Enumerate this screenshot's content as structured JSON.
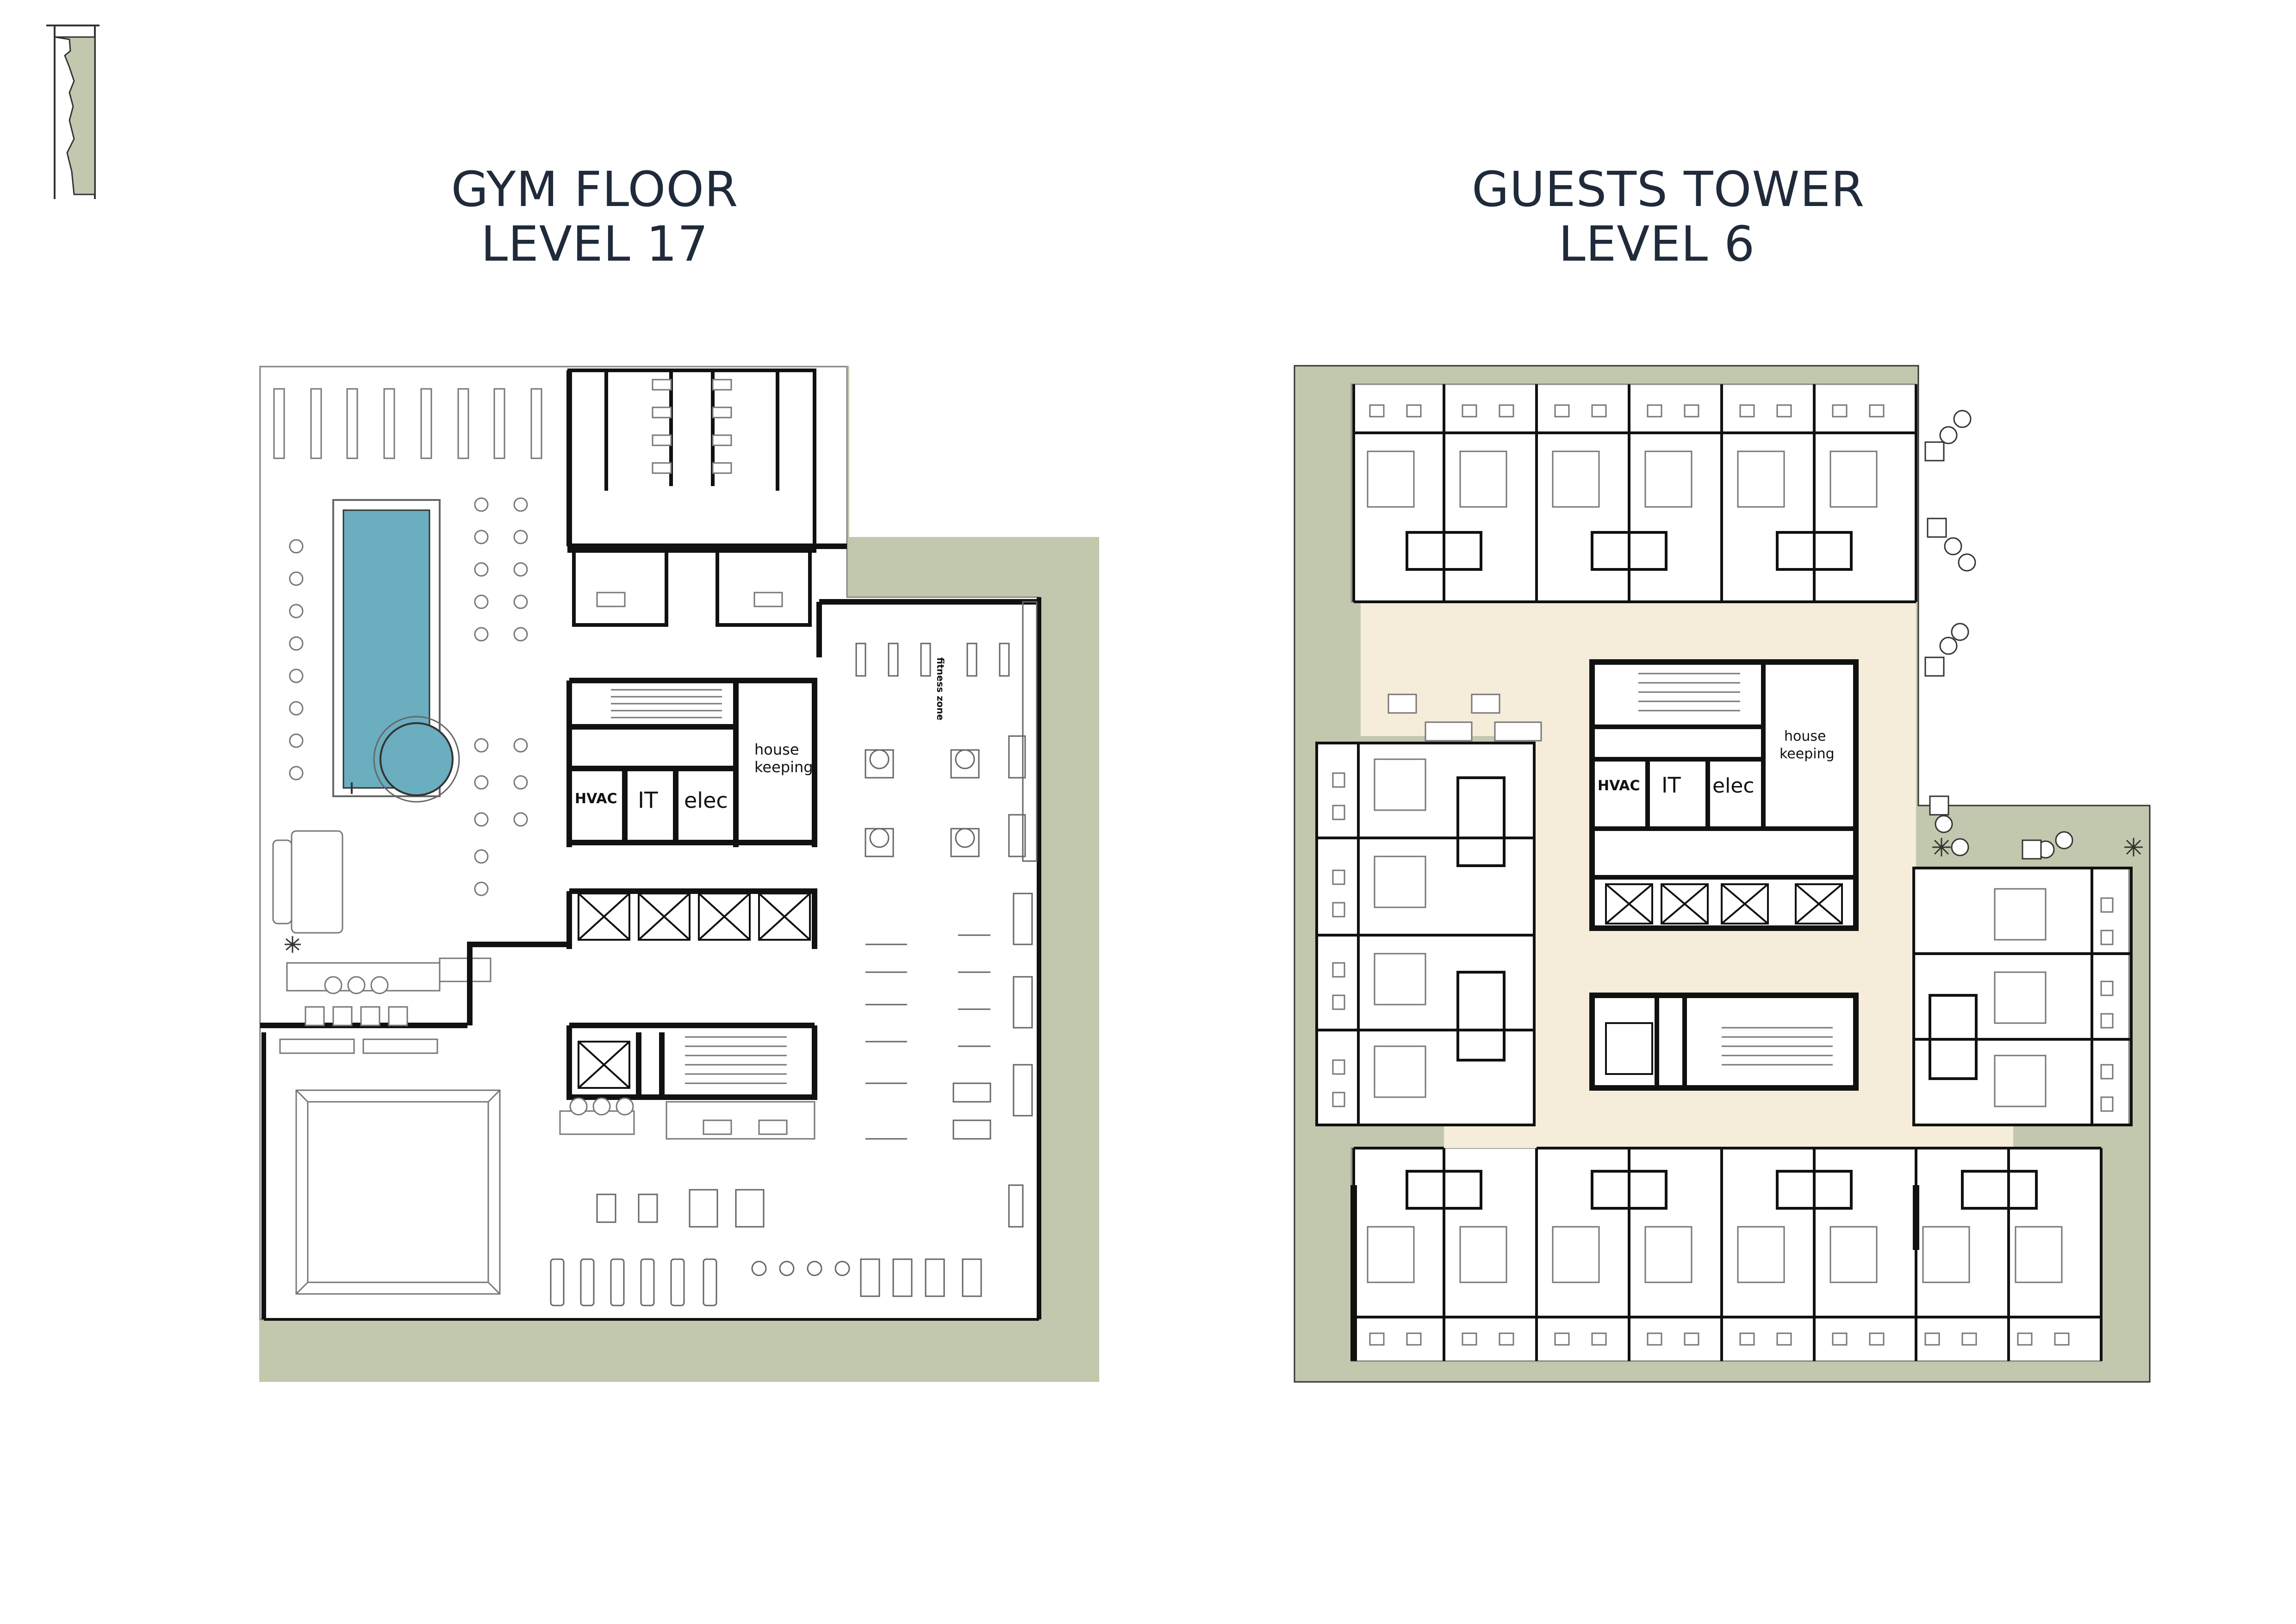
{
  "gym_floor": {
    "title_line1": "GYM FLOOR",
    "title_line2": "LEVEL 17",
    "room_labels": {
      "hvac": "HVAC",
      "it": "IT",
      "elec": "elec",
      "house_keeping_1": "house",
      "house_keeping_2": "keeping",
      "fitness_zone": "fitness zone"
    }
  },
  "guests_tower": {
    "title_line1": "GUESTS TOWER",
    "title_line2": "LEVEL 6",
    "room_labels": {
      "hvac": "HVAC",
      "it": "IT",
      "elec": "elec",
      "house_keeping_1": "house",
      "house_keeping_2": "keeping"
    }
  },
  "colors": {
    "terrace_green": "#c2c8ad",
    "pool_blue": "#6aaebf",
    "corridor_beige": "#f5ecd9",
    "wall_black": "#111111",
    "title_navy": "#1f2a3a"
  }
}
